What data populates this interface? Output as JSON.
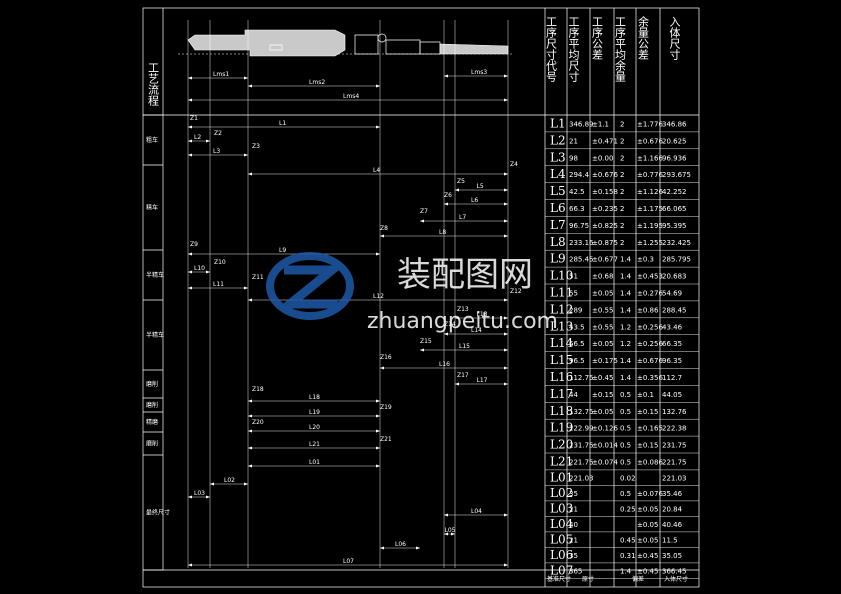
{
  "title_left": "工艺流程",
  "header_cols": [
    "工序尺寸代号",
    "工序平均尺寸",
    "工序公差",
    "工序平均余量",
    "余量公差",
    "入体尺寸"
  ],
  "footer_cols": [
    "基准尺寸",
    "原寸",
    "偏差",
    "入体尺寸"
  ],
  "stage_labels": [
    "粗车",
    "精车",
    "半精车",
    "半精车",
    "磨削",
    "磨削",
    "精磨",
    "磨削",
    "最终尺寸"
  ],
  "top_dims": [
    "Lms1",
    "Lms2",
    "Lms3",
    "Lms4"
  ],
  "chain_labels": [
    "L1",
    "L2",
    "L3",
    "L4",
    "L5",
    "L6",
    "L7",
    "L8",
    "L9",
    "L10",
    "L11",
    "L12",
    "L13",
    "L14",
    "L15",
    "L16",
    "L17",
    "L18",
    "L19",
    "L20",
    "L21",
    "L01",
    "L02",
    "L03",
    "L04",
    "L05",
    "L06",
    "L07"
  ],
  "z_labels": [
    "Z1",
    "Z2",
    "Z3",
    "Z4",
    "Z5",
    "Z6",
    "Z7",
    "Z8",
    "Z9",
    "Z10",
    "Z11",
    "Z12",
    "Z13",
    "Z14",
    "Z15",
    "Z16",
    "Z17",
    "Z18",
    "Z19",
    "Z20",
    "Z21"
  ],
  "rows": [
    {
      "code": "L1",
      "avg": "346.89",
      "tol": "±1.1",
      "allow": "2",
      "atol": "±1.776",
      "dim": "346.86"
    },
    {
      "code": "L2",
      "avg": "21",
      "tol": "±0.471",
      "allow": "2",
      "atol": "±0.676",
      "dim": "20.625"
    },
    {
      "code": "L3",
      "avg": "98",
      "tol": "±0.00",
      "allow": "2",
      "atol": "±1.166",
      "dim": "96.936"
    },
    {
      "code": "L4",
      "avg": "294.4",
      "tol": "±0.676",
      "allow": "2",
      "atol": "±0.776",
      "dim": "293.675"
    },
    {
      "code": "L5",
      "avg": "42.5",
      "tol": "±0.158",
      "allow": "2",
      "atol": "±1.126",
      "dim": "42.252"
    },
    {
      "code": "L6",
      "avg": "66.3",
      "tol": "±0.235",
      "allow": "2",
      "atol": "±1.175",
      "dim": "66.065"
    },
    {
      "code": "L7",
      "avg": "96.75",
      "tol": "±0.825",
      "allow": "2",
      "atol": "±1.195",
      "dim": "95.395"
    },
    {
      "code": "L8",
      "avg": "233.16",
      "tol": "±0.875",
      "allow": "2",
      "atol": "±1.255",
      "dim": "232.425"
    },
    {
      "code": "L9",
      "avg": "285.45",
      "tol": "±0.677",
      "allow": "1.4",
      "atol": "±0.3",
      "dim": "285.795"
    },
    {
      "code": "L10",
      "avg": "51",
      "tol": "±0.68",
      "allow": "1.4",
      "atol": "±0.453",
      "dim": "20.683"
    },
    {
      "code": "L11",
      "avg": "55",
      "tol": "±0.05",
      "allow": "1.4",
      "atol": "±0.276",
      "dim": "54.69"
    },
    {
      "code": "L12",
      "avg": "289",
      "tol": "±0.55",
      "allow": "1.4",
      "atol": "±0.86",
      "dim": "288.45"
    },
    {
      "code": "L13",
      "avg": "43.5",
      "tol": "±0.55",
      "allow": "1.2",
      "atol": "±0.256",
      "dim": "43.46"
    },
    {
      "code": "L14",
      "avg": "66.5",
      "tol": "±0.05",
      "allow": "1.2",
      "atol": "±0.256",
      "dim": "66.35"
    },
    {
      "code": "L15",
      "avg": "96.5",
      "tol": "±0.175",
      "allow": "1.4",
      "atol": "±0.676",
      "dim": "96.35"
    },
    {
      "code": "L16",
      "avg": "112.75",
      "tol": "±0.45",
      "allow": "1.4",
      "atol": "±0.356",
      "dim": "112.7"
    },
    {
      "code": "L17",
      "avg": "44",
      "tol": "±0.15",
      "allow": "0.5",
      "atol": "±0.1",
      "dim": "44.05"
    },
    {
      "code": "L18",
      "avg": "132.75",
      "tol": "±0.05",
      "allow": "0.5",
      "atol": "±0.15",
      "dim": "132.76"
    },
    {
      "code": "L19",
      "avg": "222.99",
      "tol": "±0.126",
      "allow": "0.5",
      "atol": "±0.165",
      "dim": "222.38"
    },
    {
      "code": "L20",
      "avg": "231.75",
      "tol": "±0.014",
      "allow": "0.5",
      "atol": "±0.15",
      "dim": "231.75"
    },
    {
      "code": "L21",
      "avg": "221.75",
      "tol": "±0.074",
      "allow": "0.5",
      "atol": "±0.086",
      "dim": "221.75"
    },
    {
      "code": "L01",
      "avg": "221.03",
      "tol": "",
      "allow": "0.02",
      "atol": "",
      "dim": "221.03"
    },
    {
      "code": "L02",
      "avg": "35",
      "tol": "",
      "allow": "0.5",
      "atol": "±0.076",
      "dim": "35.46"
    },
    {
      "code": "L03",
      "avg": "21",
      "tol": "",
      "allow": "0.25",
      "atol": "±0.05",
      "dim": "20.84"
    },
    {
      "code": "L04",
      "avg": "40",
      "tol": "",
      "allow": "",
      "atol": "±0.05",
      "dim": "40.46"
    },
    {
      "code": "L05",
      "avg": "21",
      "tol": "",
      "allow": "0.45",
      "atol": "±0.05",
      "dim": "11.5"
    },
    {
      "code": "L06",
      "avg": "35",
      "tol": "",
      "allow": "0.31",
      "atol": "±0.45",
      "dim": "35.05"
    },
    {
      "code": "L07",
      "avg": "365",
      "tol": "",
      "allow": "1.4",
      "atol": "±0.45",
      "dim": "366.45"
    }
  ],
  "watermark": {
    "brand": "装配图网",
    "url": "zhuangpeitu.com"
  },
  "colors": {
    "bg": "#000000",
    "line": "#ffffff",
    "watermark": "#1e5aa8"
  }
}
